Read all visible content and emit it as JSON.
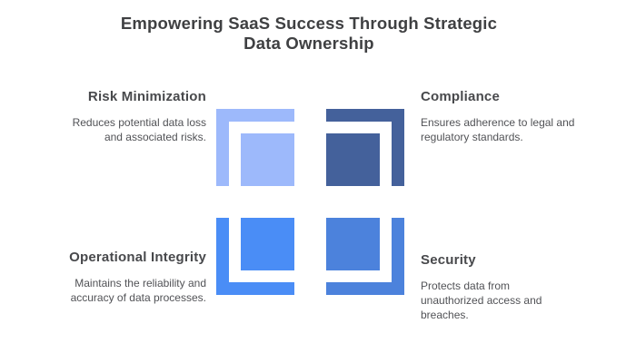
{
  "title": {
    "text": "Empowering SaaS Success Through Strategic\nData Ownership"
  },
  "quadrants": [
    {
      "id": "risk-minimization",
      "position": "top-left",
      "heading": "Risk Minimization",
      "body": "Reduces potential data loss\nand associated risks.",
      "color": "#9DB9FB"
    },
    {
      "id": "compliance",
      "position": "top-right",
      "heading": "Compliance",
      "body": "Ensures adherence to legal and\nregulatory standards.",
      "color": "#44619B"
    },
    {
      "id": "operational-integrity",
      "position": "bottom-left",
      "heading": "Operational Integrity",
      "body": "Maintains the reliability and\naccuracy of data processes.",
      "color": "#4A8DF6"
    },
    {
      "id": "security",
      "position": "bottom-right",
      "heading": "Security",
      "body": "Protects data from\nunauthorized access and\nbreaches.",
      "color": "#4C82DC"
    }
  ],
  "colors": {
    "background": "#FFFFFF",
    "title_text": "#3F4042",
    "heading_text": "#48494C",
    "body_text": "#515256"
  }
}
